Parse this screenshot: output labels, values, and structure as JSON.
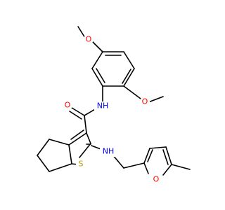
{
  "colors": {
    "O": "#ff0000",
    "N": "#0000ff",
    "S": "#b2a300",
    "H": "#000000",
    "C": "#000000"
  },
  "labels": {
    "o_methoxy_top": "O",
    "o_methoxy_right": "O",
    "nh_amide": "NH",
    "o_carbonyl": "O",
    "nh_amine": "NH",
    "s_thiophene": "S",
    "o_furan": "O"
  }
}
